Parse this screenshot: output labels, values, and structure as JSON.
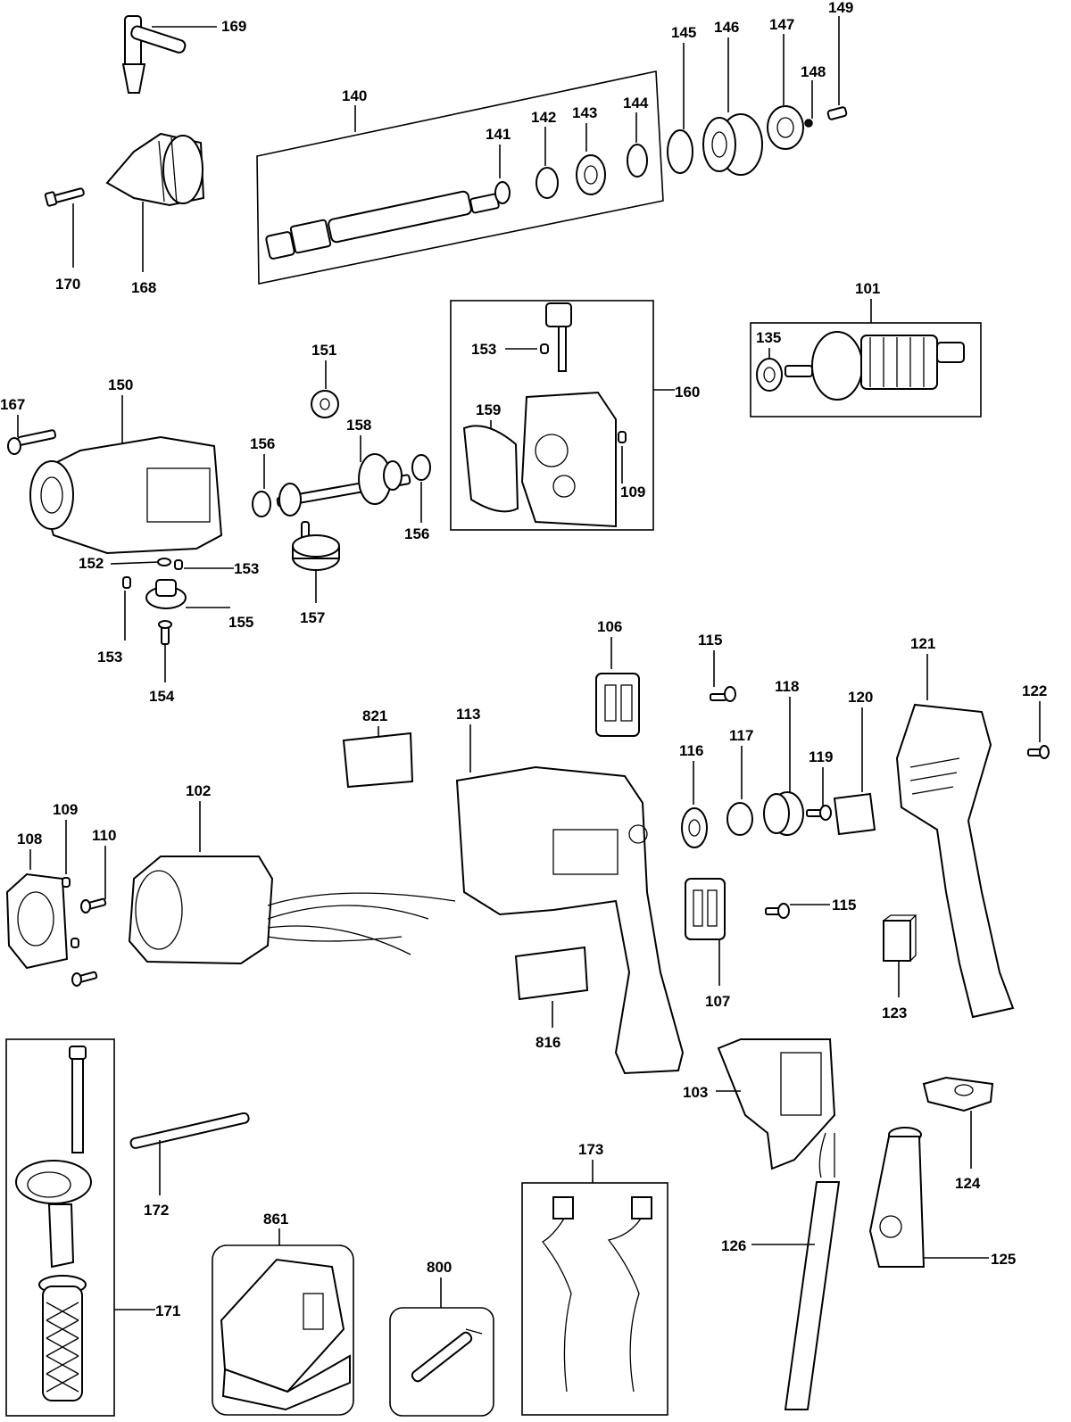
{
  "labels": {
    "p169": "169",
    "p149": "149",
    "p145": "145",
    "p146": "146",
    "p147": "147",
    "p148": "148",
    "p140": "140",
    "p141": "141",
    "p142": "142",
    "p143": "143",
    "p144": "144",
    "p170": "170",
    "p168": "168",
    "p101": "101",
    "p135": "135",
    "p151": "151",
    "p153a": "153",
    "p160": "160",
    "p167": "167",
    "p150": "150",
    "p158": "158",
    "p159": "159",
    "p156a": "156",
    "p156b": "156",
    "p109a": "109",
    "p152": "152",
    "p153b": "153",
    "p155": "155",
    "p157": "157",
    "p153c": "153",
    "p154": "154",
    "p106": "106",
    "p115a": "115",
    "p121": "121",
    "p122": "122",
    "p118": "118",
    "p120": "120",
    "p821": "821",
    "p113": "113",
    "p117": "117",
    "p119": "119",
    "p116": "116",
    "p102": "102",
    "p109b": "109",
    "p108": "108",
    "p110": "110",
    "p115b": "115",
    "p107": "107",
    "p123": "123",
    "p816": "816",
    "p103": "103",
    "p124": "124",
    "p173": "173",
    "p172": "172",
    "p126": "126",
    "p125": "125",
    "p861": "861",
    "p800": "800",
    "p171": "171"
  }
}
